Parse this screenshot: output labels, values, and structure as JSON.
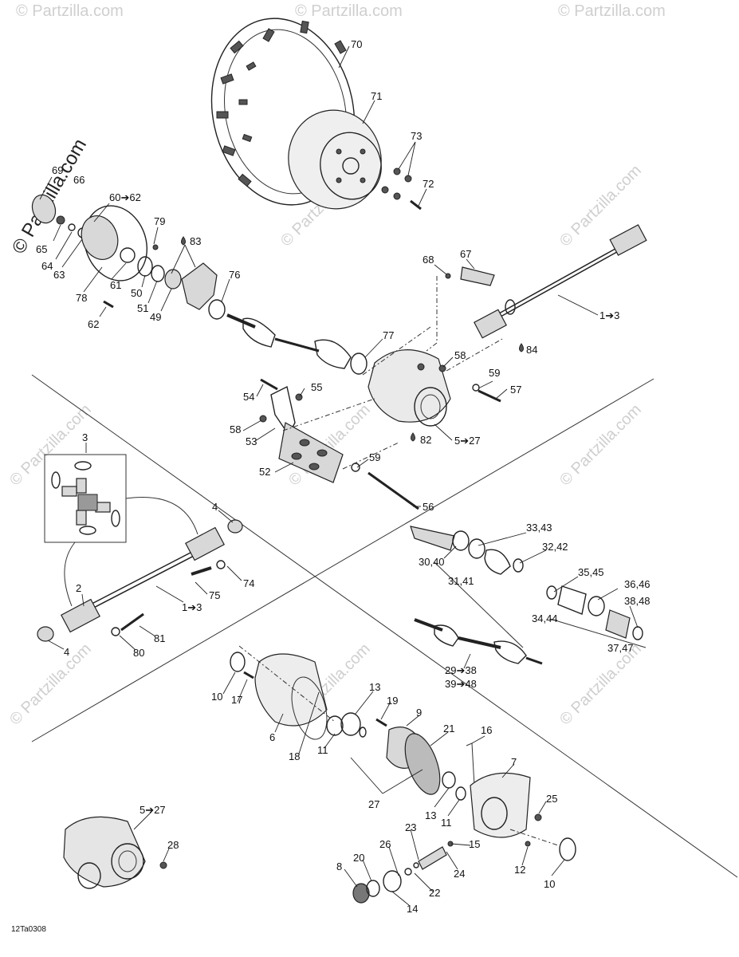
{
  "diagram": {
    "ref_code": "12Ta0308",
    "watermark_text": "© Partzilla.com",
    "watermark_large": "© Partzilla.com",
    "labels": {
      "p70": "70",
      "p71": "71",
      "p73": "73",
      "p72": "72",
      "p69": "69",
      "p66": "66",
      "p60_62": "60➔62",
      "p79": "79",
      "p83": "83",
      "p65": "65",
      "p64": "64",
      "p63": "63",
      "p78": "78",
      "p61": "61",
      "p50": "50",
      "p51": "51",
      "p49": "49",
      "p76": "76",
      "p62": "62",
      "p68": "68",
      "p67": "67",
      "p1_3a": "1➔3",
      "p84": "84",
      "p77": "77",
      "p58a": "58",
      "p59a": "59",
      "p57": "57",
      "p54": "54",
      "p55": "55",
      "p58b": "58",
      "p53": "53",
      "p82": "82",
      "p5_27a": "5➔27",
      "p52": "52",
      "p59b": "59",
      "p56": "56",
      "p3": "3",
      "p4a": "4",
      "p74": "74",
      "p75": "75",
      "p2": "2",
      "p1_3b": "1➔3",
      "p4b": "4",
      "p81": "81",
      "p80": "80",
      "p33_43": "33,43",
      "p32_42": "32,42",
      "p30_40": "30,40",
      "p31_41": "31,41",
      "p35_45": "35,45",
      "p36_46": "36,46",
      "p38_48": "38,48",
      "p34_44": "34,44",
      "p37_47": "37,47",
      "p29_38": "29➔38",
      "p39_48": "39➔48",
      "p10a": "10",
      "p17": "17",
      "p6": "6",
      "p18": "18",
      "p11a": "11",
      "p13a": "13",
      "p19": "19",
      "p9": "9",
      "p21": "21",
      "p16": "16",
      "p7": "7",
      "p27": "27",
      "p13b": "13",
      "p11b": "11",
      "p25": "25",
      "p5_27b": "5➔27",
      "p28": "28",
      "p23": "23",
      "p26": "26",
      "p20": "20",
      "p8": "8",
      "p15": "15",
      "p24": "24",
      "p22": "22",
      "p14": "14",
      "p12": "12",
      "p10b": "10"
    }
  }
}
